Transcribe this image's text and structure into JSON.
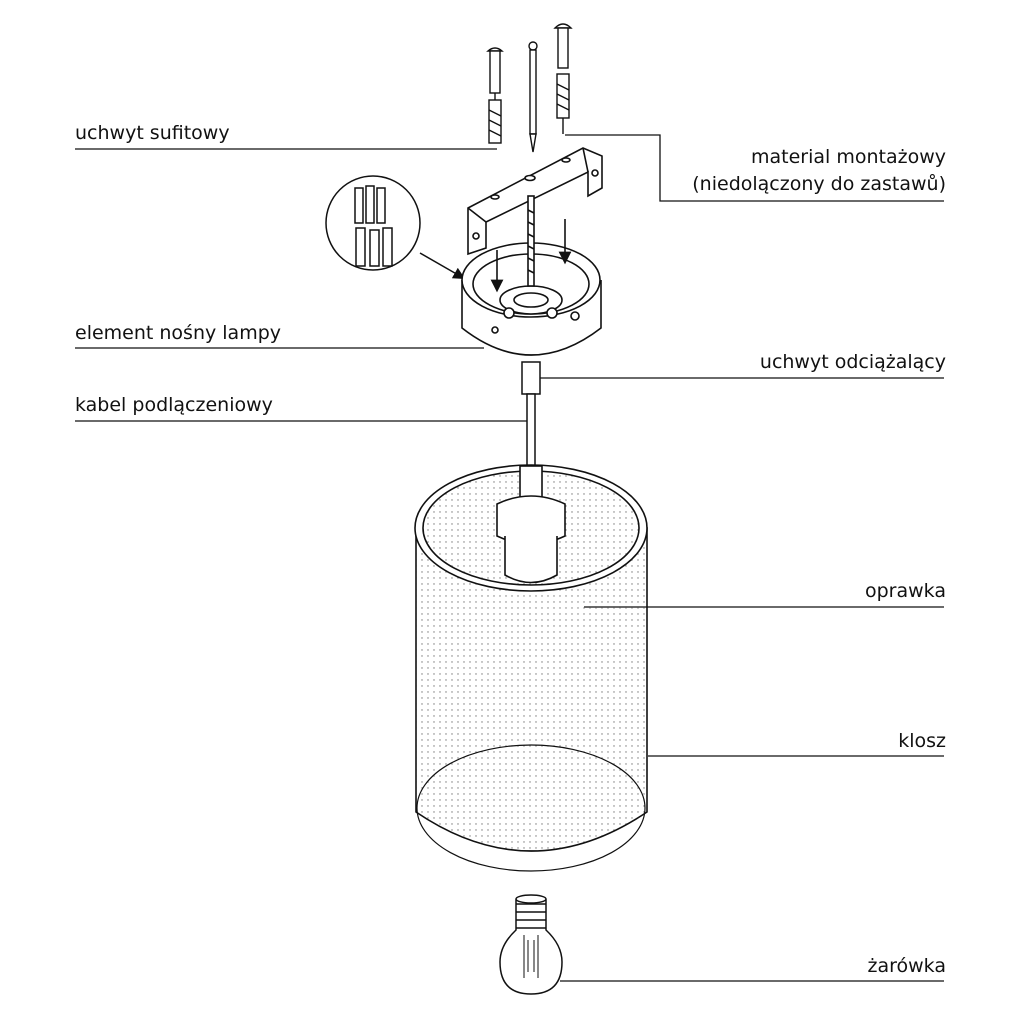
{
  "labels": {
    "ceiling_bracket": "uchwyt sufitowy",
    "mounting_material_line1": "material montażowy",
    "mounting_material_line2": "(niedolączony do zastawů)",
    "canopy": "element nośny lampy",
    "strain_relief": "uchwyt odciążalący",
    "power_cable": "kabel podlączeniowy",
    "lamp_holder": "oprawka",
    "shade": "klosz",
    "bulb": "żarówka"
  },
  "colors": {
    "ink": "#111111",
    "background": "#ffffff"
  }
}
